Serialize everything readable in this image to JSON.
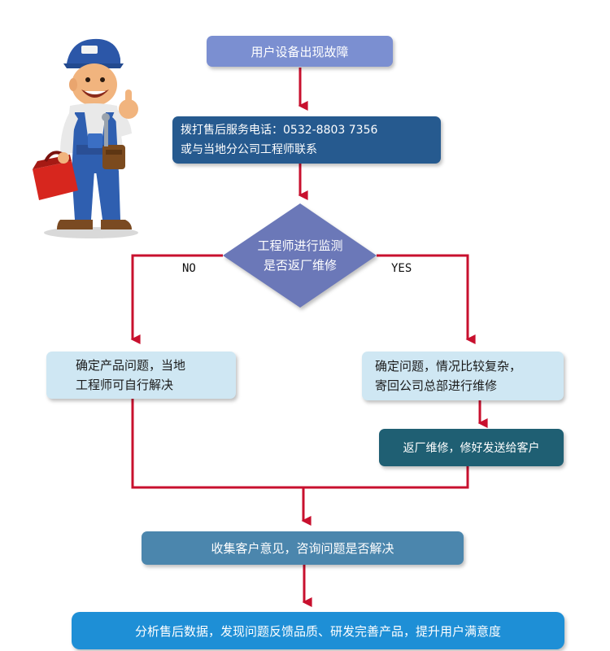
{
  "colors": {
    "arrow": "#c8102e",
    "step_purple": "#7b8fd1",
    "step_navy": "#265a8f",
    "decision": "#6b78b8",
    "light_box": "#cfe7f3",
    "teal": "#1f5f73",
    "steel": "#4b86ad",
    "bar": "#1e8fd6"
  },
  "illustration": {
    "icon": "repairman-thumbs-up-icon"
  },
  "steps": {
    "fault": "用户设备出现故障",
    "call_line1": "拨打售后服务电话：0532-8803 7356",
    "call_line2": "或与当地分公司工程师联系",
    "decision_line1": "工程师进行监测",
    "decision_line2": "是否返厂维修",
    "no_label": "NO",
    "yes_label": "YES",
    "local_line1": "确定产品问题，当地",
    "local_line2": "工程师可自行解决",
    "hq_line1": "确定问题，情况比较复杂，",
    "hq_line2": "寄回公司总部进行维修",
    "return": "返厂维修，修好发送给客户",
    "feedback": "收集客户意见，咨询问题是否解决",
    "analysis": "分析售后数据，发现问题反馈品质、研发完善产品，提升用户满意度"
  }
}
